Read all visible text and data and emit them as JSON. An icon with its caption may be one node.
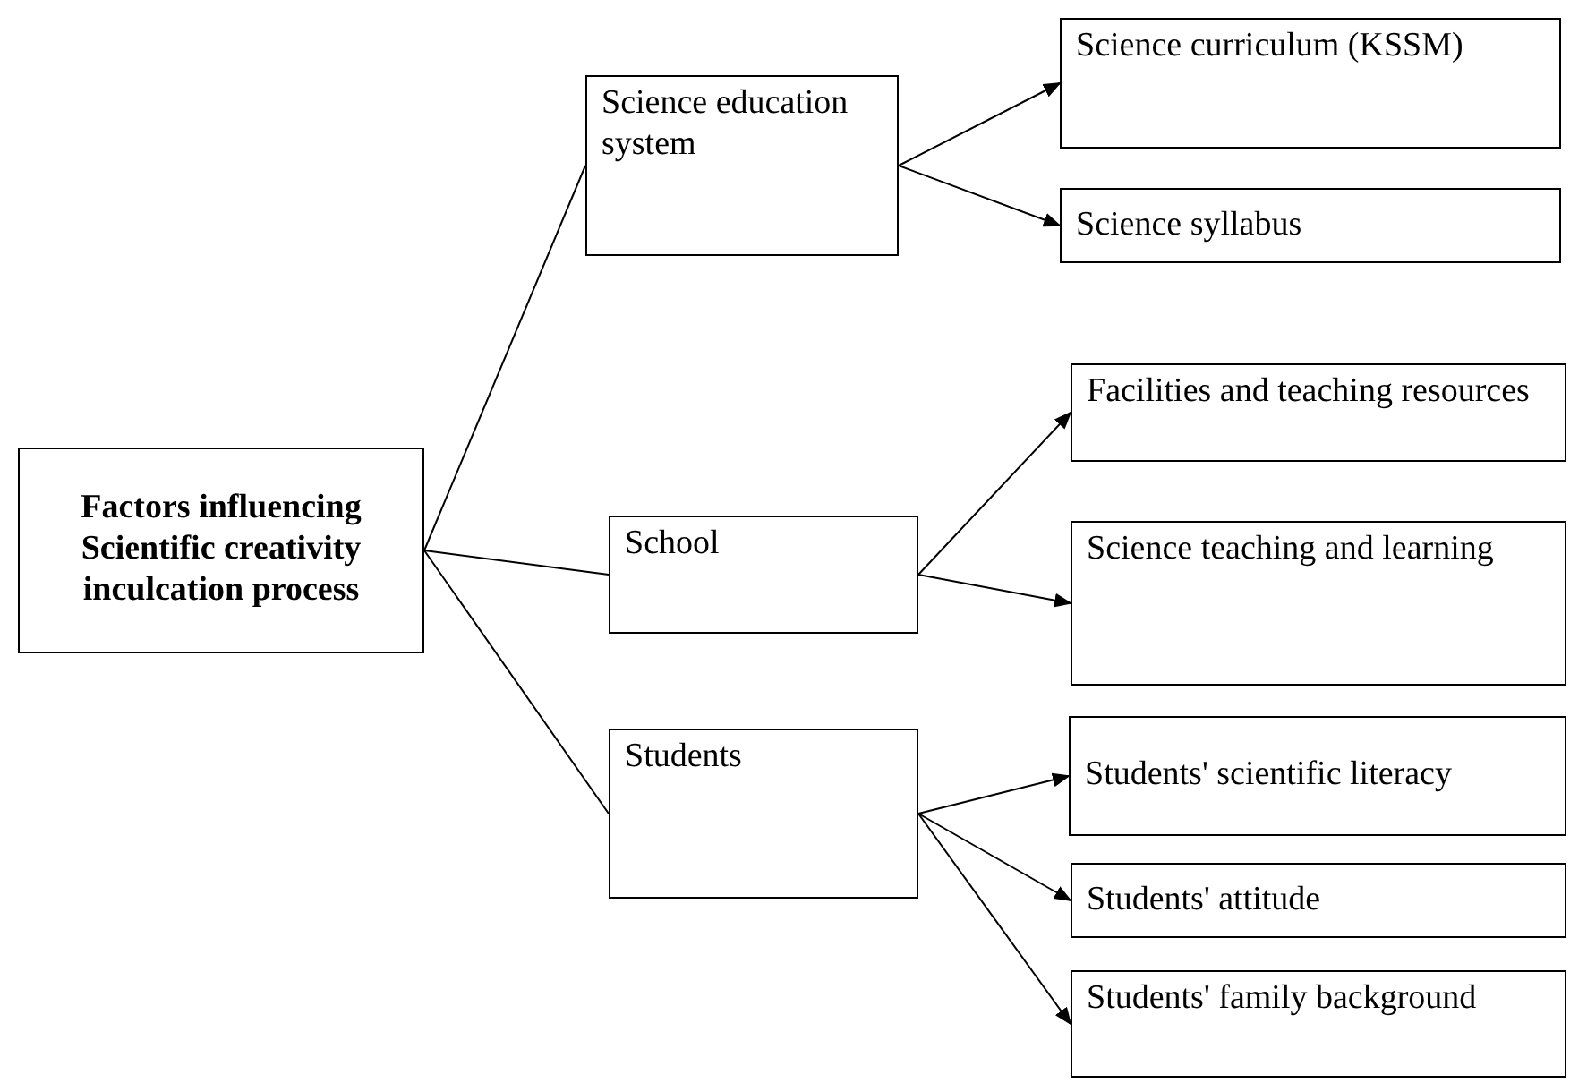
{
  "diagram": {
    "nodes": [
      {
        "text": [
          "Factors influencing Scientific creativity inculcation process"
        ]
      },
      {
        "text": [
          "Science education system"
        ]
      },
      {
        "text": [
          "School"
        ]
      },
      {
        "text": [
          "Students"
        ]
      },
      {
        "text": [
          "Science curriculum (KSSM)"
        ]
      },
      {
        "text": [
          "Science syllabus"
        ]
      },
      {
        "text": [
          "Facilities and teaching resources"
        ]
      },
      {
        "text": [
          "Science teaching and learning"
        ]
      },
      {
        "text": [
          "Students' scientific literacy"
        ]
      },
      {
        "text": [
          "Students' attitude"
        ]
      },
      {
        "text": [
          "Students' family background"
        ]
      }
    ],
    "edges": [
      {
        "from": 0,
        "to": 1,
        "arrow": "none"
      },
      {
        "from": 0,
        "to": 2,
        "arrow": "none"
      },
      {
        "from": 0,
        "to": 3,
        "arrow": "none"
      },
      {
        "from": 1,
        "to": 4,
        "arrow": "to"
      },
      {
        "from": 1,
        "to": 5,
        "arrow": "to"
      },
      {
        "from": 2,
        "to": 6,
        "arrow": "to"
      },
      {
        "from": 2,
        "to": 7,
        "arrow": "to"
      },
      {
        "from": 3,
        "to": 8,
        "arrow": "to"
      },
      {
        "from": 3,
        "to": 9,
        "arrow": "to"
      },
      {
        "from": 3,
        "to": 10,
        "arrow": "to"
      }
    ]
  }
}
